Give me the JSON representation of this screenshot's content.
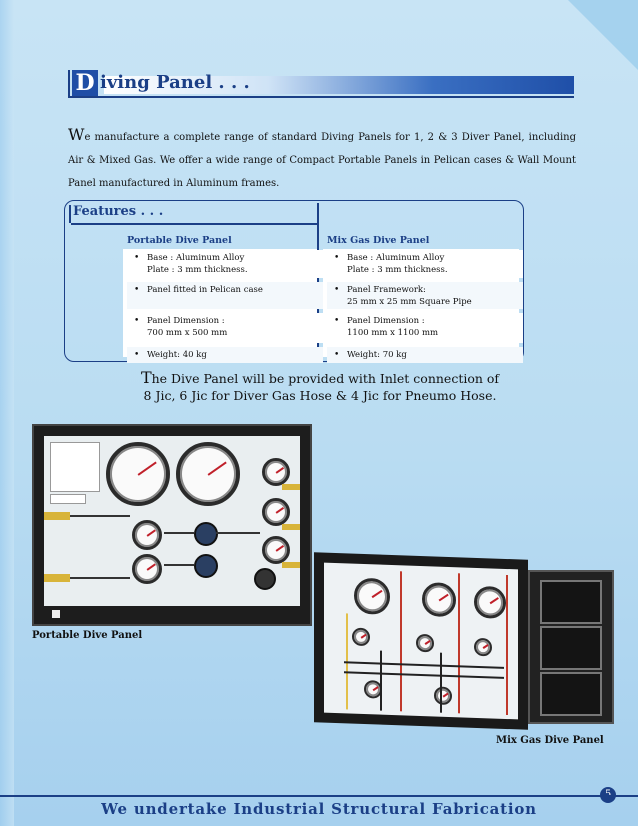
{
  "header": {
    "dropcap": "D",
    "title_rest": "iving Panel . . ."
  },
  "intro": {
    "first_letter": "W",
    "text": "e manufacture a complete range of standard Diving Panels for 1, 2 & 3 Diver Panel, including Air & Mixed Gas. We offer a wide range of Compact Portable Panels in Pelican cases & Wall Mount Panel manufactured in Aluminum frames."
  },
  "features": {
    "title": "Features . . .",
    "columns": [
      {
        "heading": "Portable Dive Panel",
        "items": [
          {
            "line1": "Base : Aluminum Alloy",
            "line2": "Plate : 3 mm thickness."
          },
          {
            "line1": "Panel fitted in Pelican case",
            "line2": ""
          },
          {
            "line1": "Panel Dimension :",
            "line2": "700 mm x 500 mm"
          },
          {
            "line1": "Weight: 40 kg",
            "line2": ""
          }
        ]
      },
      {
        "heading": "Mix Gas Dive Panel",
        "items": [
          {
            "line1": "Base : Aluminum Alloy",
            "line2": "Plate : 3 mm thickness."
          },
          {
            "line1": "Panel Framework:",
            "line2": "25 mm x 25 mm Square Pipe"
          },
          {
            "line1": "Panel Dimension :",
            "line2": "1100 mm x 1100 mm"
          },
          {
            "line1": "Weight: 70 kg",
            "line2": ""
          }
        ]
      }
    ]
  },
  "note": {
    "first_letter": "T",
    "line1_rest": "he Dive Panel will be provided with Inlet connection of",
    "line2": "8 Jic, 6 Jic for Diver Gas Hose & 4 Jic for Pneumo Hose."
  },
  "images": {
    "portable_caption": "Portable Dive Panel",
    "mixgas_caption": "Mix Gas Dive Panel"
  },
  "page_number": "5",
  "footer": "We undertake Industrial Structural Fabrication"
}
